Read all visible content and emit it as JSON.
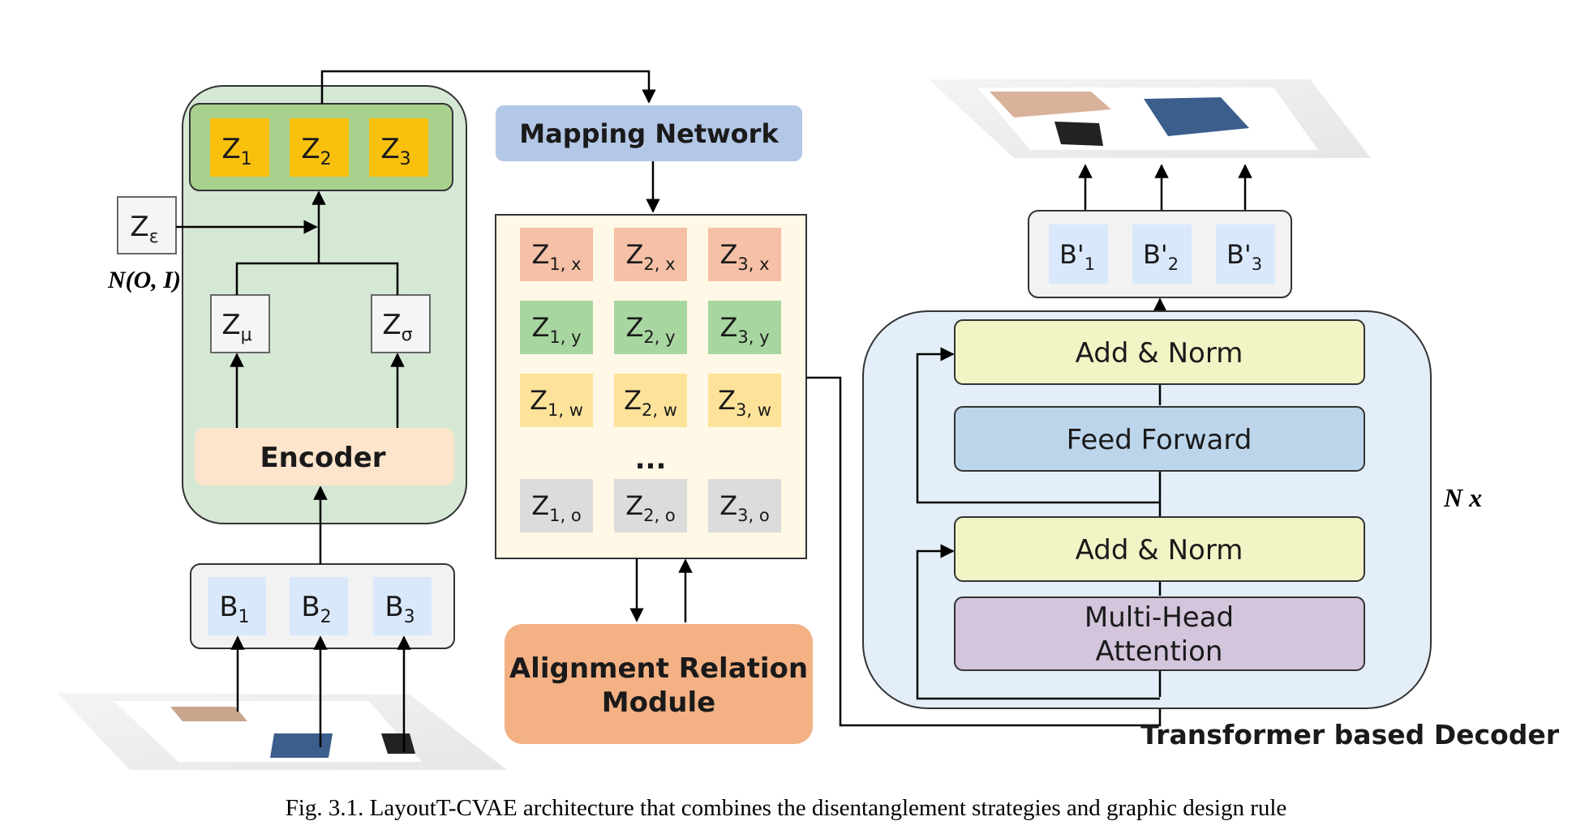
{
  "encoder_block": {
    "latents": [
      {
        "main": "Z",
        "sub": "1"
      },
      {
        "main": "Z",
        "sub": "2"
      },
      {
        "main": "Z",
        "sub": "3"
      }
    ],
    "z_epsilon": {
      "main": "Z",
      "sub": "ε"
    },
    "noise_label": "N(O, I)",
    "z_mu": {
      "main": "Z",
      "sub": "μ"
    },
    "z_sigma": {
      "main": "Z",
      "sub": "σ"
    },
    "encoder_label": "Encoder",
    "inputs": [
      {
        "main": "B",
        "sub": "1"
      },
      {
        "main": "B",
        "sub": "2"
      },
      {
        "main": "B",
        "sub": "3"
      }
    ]
  },
  "mapping_network_label": "Mapping Network",
  "disentangled_grid": {
    "rows": [
      {
        "color": "#f5c0a6",
        "cells": [
          {
            "main": "Z",
            "sub": "1, x"
          },
          {
            "main": "Z",
            "sub": "2, x"
          },
          {
            "main": "Z",
            "sub": "3, x"
          }
        ]
      },
      {
        "color": "#a8d6a0",
        "cells": [
          {
            "main": "Z",
            "sub": "1, y"
          },
          {
            "main": "Z",
            "sub": "2, y"
          },
          {
            "main": "Z",
            "sub": "3, y"
          }
        ]
      },
      {
        "color": "#fde39a",
        "cells": [
          {
            "main": "Z",
            "sub": "1, w"
          },
          {
            "main": "Z",
            "sub": "2, w"
          },
          {
            "main": "Z",
            "sub": "3, w"
          }
        ]
      },
      {
        "color": "#dcdcdc",
        "cells": [
          {
            "main": "Z",
            "sub": "1, o"
          },
          {
            "main": "Z",
            "sub": "2, o"
          },
          {
            "main": "Z",
            "sub": "3, o"
          }
        ]
      }
    ],
    "ellipsis": "..."
  },
  "alignment_module": {
    "line1": "Alignment Relation",
    "line2": "Module"
  },
  "decoder": {
    "outputs": [
      {
        "main": "B'",
        "sub": "1"
      },
      {
        "main": "B'",
        "sub": "2"
      },
      {
        "main": "B'",
        "sub": "3"
      }
    ],
    "add_norm_top": "Add & Norm",
    "feed_forward": "Feed Forward",
    "add_norm_bottom": "Add & Norm",
    "attention": {
      "line1": "Multi-Head",
      "line2": "Attention"
    },
    "repeat_label": "N x",
    "title": "Transformer based Decoder"
  },
  "caption": "Fig. 3.1. LayoutT-CVAE architecture that combines the disentanglement strategies and graphic design rule",
  "colors": {
    "latent_orange": "#f9c00e",
    "encoder_bg": "#d5e8d4",
    "encoder_box": "#fde4cc",
    "input_cell": "#dae8fc",
    "mapping_bg": "#b3c7e6",
    "alignment_bg": "#f4b183",
    "grid_bg": "#fff8e6",
    "decoder_bg": "#e3eef8",
    "add_norm": "#f2f4c5",
    "feed_forward": "#bcd5eb",
    "attention": "#d3c5dc"
  }
}
